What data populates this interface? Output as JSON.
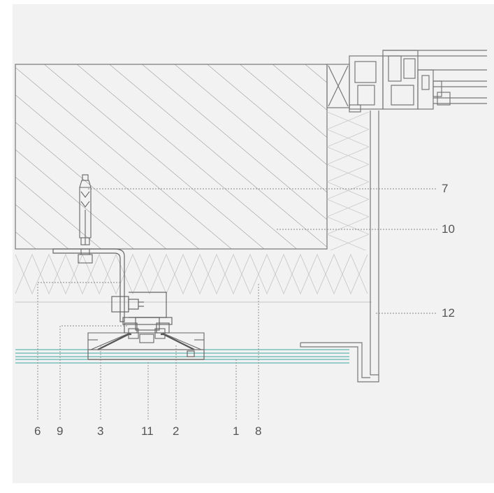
{
  "colors": {
    "panel": "#f2f2f2",
    "line": "#777777",
    "hatch": "#8a8a8a",
    "glass": "#3aa6a0",
    "label": "#555555"
  },
  "labels": {
    "n1": "1",
    "n2": "2",
    "n3": "3",
    "n6": "6",
    "n7": "7",
    "n8": "8",
    "n9": "9",
    "n10": "10",
    "n11": "11",
    "n12": "12"
  }
}
